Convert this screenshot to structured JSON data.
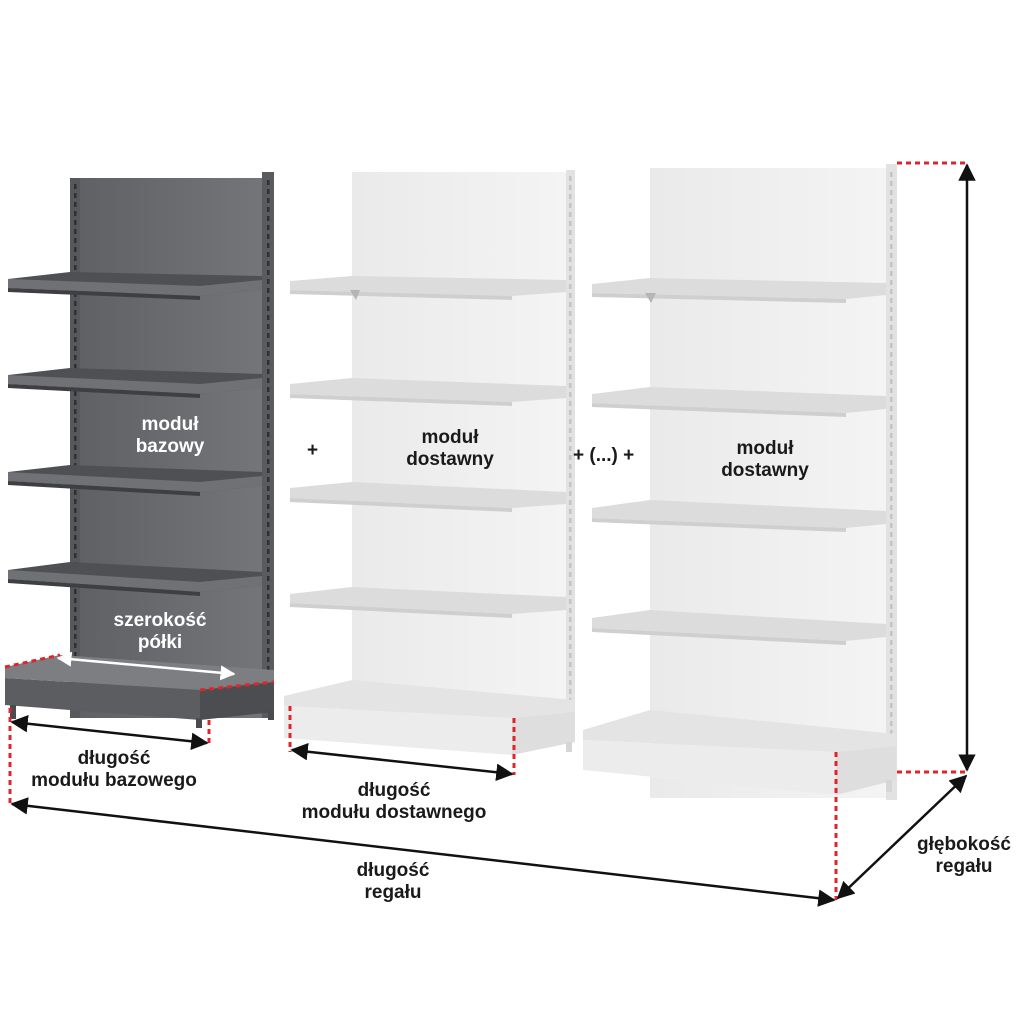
{
  "colors": {
    "base_module": "#6b6c70",
    "addon_module": "#eeeeee",
    "dashed_guide": "#e0242c",
    "dimension_arrow": "#111111"
  },
  "labels": {
    "base_module": [
      "moduł",
      "bazowy"
    ],
    "addon_module_1": [
      "moduł",
      "dostawny"
    ],
    "addon_module_2": [
      "moduł",
      "dostawny"
    ],
    "shelf_width": [
      "szerokość",
      "półki"
    ],
    "base_length": [
      "długość",
      "modułu bazowego"
    ],
    "addon_length": [
      "długość",
      "modułu dostawnego"
    ],
    "rack_length": [
      "długość",
      "regału"
    ],
    "rack_depth": [
      "głębokość",
      "regału"
    ]
  },
  "operators": {
    "plus": "+",
    "plus_ellipsis_plus": "+ (...) +"
  }
}
